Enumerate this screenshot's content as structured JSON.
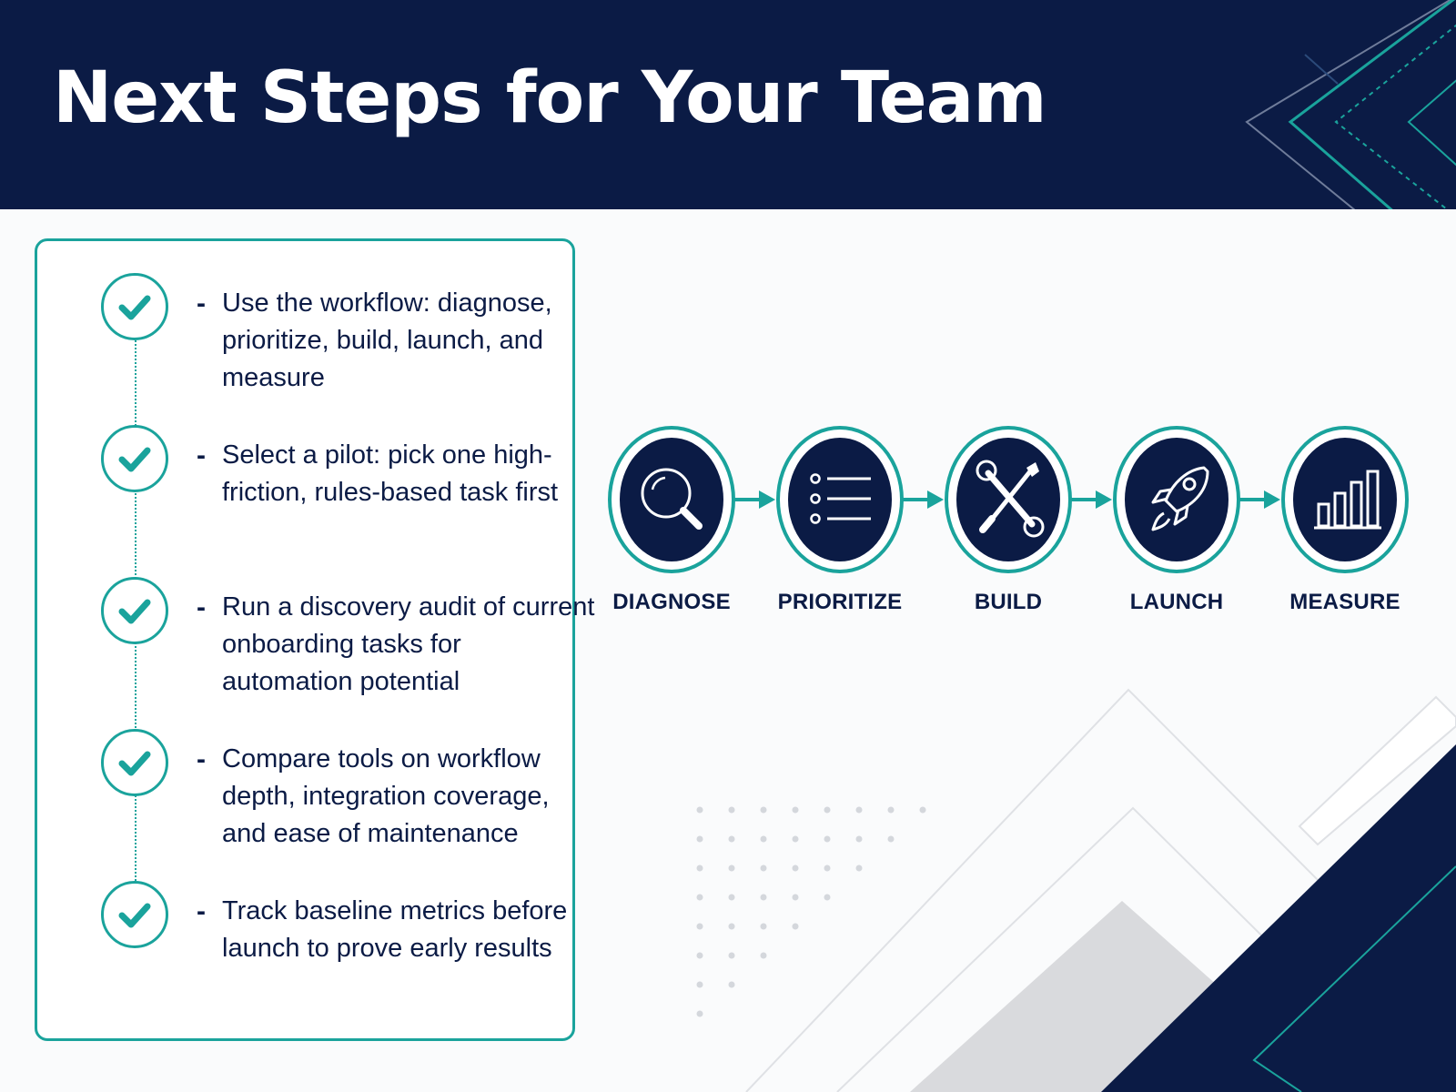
{
  "header": {
    "title": "Next Steps for Your Team"
  },
  "checklist": {
    "items": [
      {
        "dash": "-",
        "text": "Use the workflow: diagnose, prioritize, build, launch, and measure"
      },
      {
        "dash": "-",
        "text": "Select a pilot: pick one high-friction, rules-based task first"
      },
      {
        "dash": "-",
        "text": "Run a discovery audit of current onboarding tasks for automation potential"
      },
      {
        "dash": "-",
        "text": "Compare tools on workflow depth, integration coverage, and ease of maintenance"
      },
      {
        "dash": "-",
        "text": "Track baseline metrics before launch to prove early results"
      }
    ]
  },
  "workflow": {
    "steps": [
      {
        "label": "DIAGNOSE",
        "icon": "magnifier-icon"
      },
      {
        "label": "PRIORITIZE",
        "icon": "list-icon"
      },
      {
        "label": "BUILD",
        "icon": "wrench-screwdriver-icon"
      },
      {
        "label": "LAUNCH",
        "icon": "rocket-icon"
      },
      {
        "label": "MEASURE",
        "icon": "bar-chart-icon"
      }
    ]
  },
  "colors": {
    "navy": "#0b1b45",
    "teal": "#1aa39c",
    "background": "#fafbfc"
  }
}
